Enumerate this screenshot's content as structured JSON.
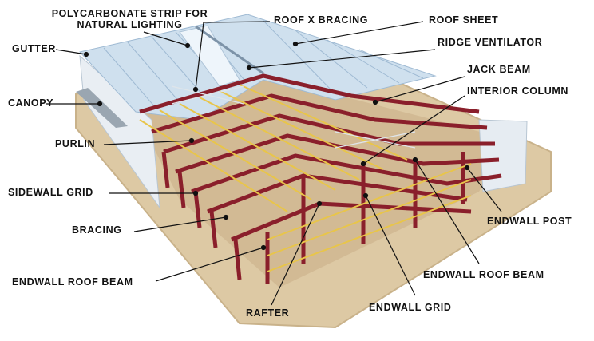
{
  "labels": {
    "polycarbonate": "POLYCARBONATE STRIP FOR\nNATURAL LIGHTING",
    "polycarbonate_l1": "POLYCARBONATE STRIP FOR",
    "polycarbonate_l2": "NATURAL LIGHTING",
    "roof_x_bracing": "ROOF X BRACING",
    "roof_sheet": "ROOF SHEET",
    "gutter": "GUTTER",
    "ridge_ventilator": "RIDGE VENTILATOR",
    "jack_beam": "JACK BEAM",
    "canopy": "CANOPY",
    "interior_column": "INTERIOR COLUMN",
    "purlin": "PURLIN",
    "sidewall_grid": "SIDEWALL GRID",
    "endwall_post": "ENDWALL POST",
    "bracing": "BRACING",
    "endwall_roof_beam_left": "ENDWALL ROOF BEAM",
    "endwall_roof_beam_right": "ENDWALL ROOF BEAM",
    "rafter": "RAFTER",
    "endwall_grid": "ENDWALL GRID"
  },
  "colors": {
    "ground": "#ddc9a4",
    "ground_edge": "#c9b28a",
    "roof": "#cfe0ee",
    "roof_line": "#9fbad3",
    "steel": "#8a1f2b",
    "purlin": "#e8c54a",
    "wall": "#e9eef3",
    "leader": "#111111"
  }
}
